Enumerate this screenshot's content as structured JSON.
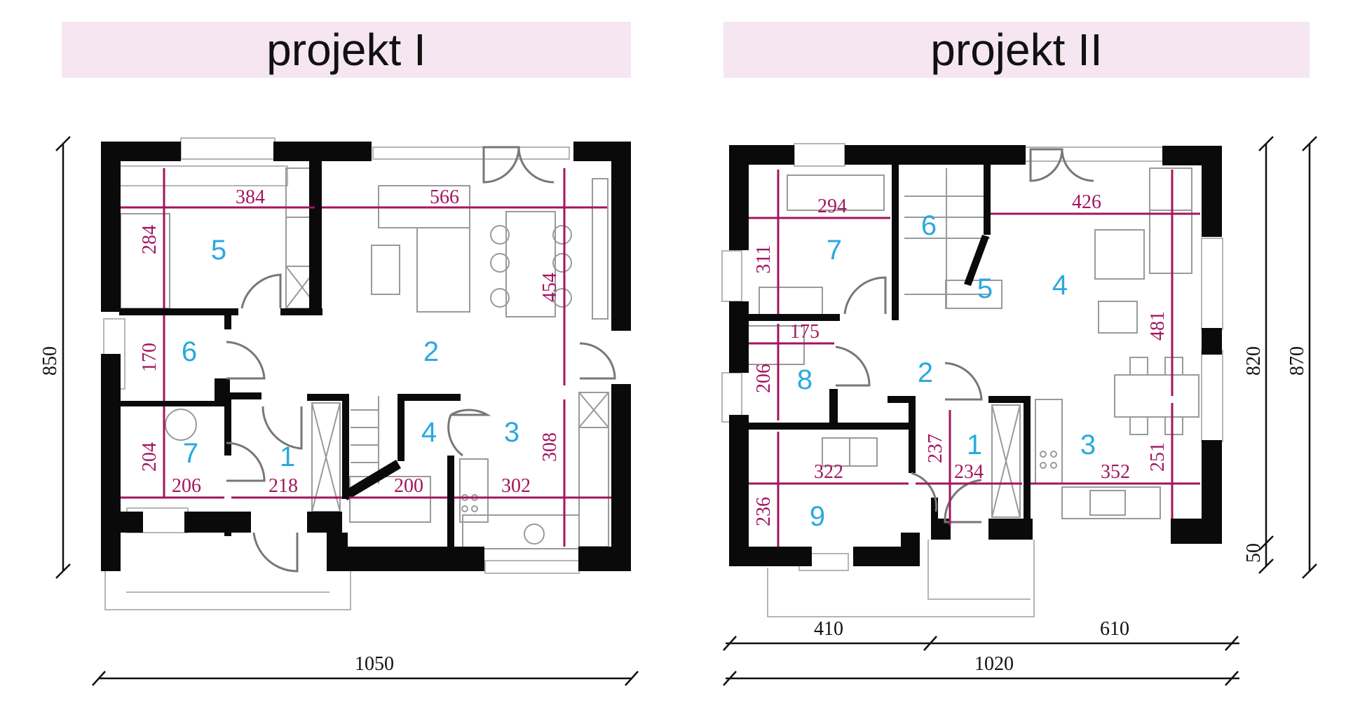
{
  "titles": {
    "projekt1": "projekt I",
    "projekt2": "projekt II"
  },
  "colors": {
    "title_background": "#f5e6f1",
    "dimension": "#a3155f",
    "room_number": "#29a9e0",
    "walls": "#0a0a0a"
  },
  "plan1": {
    "rooms": [
      "1",
      "2",
      "3",
      "4",
      "5",
      "6",
      "7"
    ],
    "dims": [
      "384",
      "566",
      "284",
      "454",
      "170",
      "204",
      "206",
      "218",
      "200",
      "302",
      "308"
    ],
    "overall": {
      "width": "1050",
      "height": "850"
    }
  },
  "plan2": {
    "rooms": [
      "1",
      "2",
      "3",
      "4",
      "5",
      "6",
      "7",
      "8",
      "9"
    ],
    "dims": [
      "294",
      "426",
      "311",
      "481",
      "175",
      "206",
      "237",
      "234",
      "322",
      "352",
      "251",
      "236"
    ],
    "overall": {
      "width": "1020",
      "left_width": "410",
      "right_width": "610",
      "height_total": "870",
      "height_main": "820",
      "height_terrace": "50"
    }
  }
}
